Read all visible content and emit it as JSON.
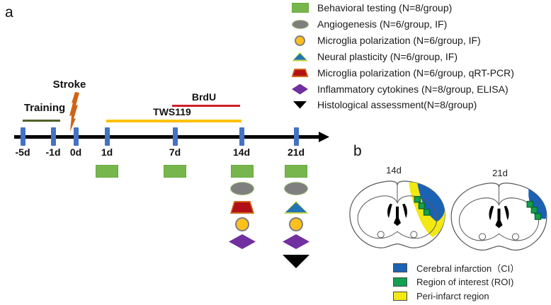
{
  "figure": {
    "panel_a_label": "a",
    "panel_b_label": "b"
  },
  "timeline": {
    "ticks": [
      {
        "label": "-5d"
      },
      {
        "label": "-1d"
      },
      {
        "label": "0d"
      },
      {
        "label": "1d"
      },
      {
        "label": "7d"
      },
      {
        "label": "14d"
      },
      {
        "label": "21d"
      }
    ],
    "training_label": "Training",
    "stroke_label": "Stroke",
    "tws119_label": "TWS119",
    "brdu_label": "BrdU",
    "intervals": {
      "training": {
        "from": "-5d",
        "to": "-1d"
      },
      "tws119": {
        "from": "1d",
        "to": "14d"
      },
      "brdu": {
        "from": "7d",
        "to": "14d"
      },
      "stroke_event_at": "0d"
    }
  },
  "legend": {
    "items": [
      {
        "icon": "green-rect-icon",
        "label": "Behavioral testing (N=8/group)"
      },
      {
        "icon": "gray-ellipse-icon",
        "label": "Angiogenesis (N=6/group, IF)"
      },
      {
        "icon": "yellow-circle-icon",
        "label": "Microglia polarization (N=6/group, IF)"
      },
      {
        "icon": "blue-triangle-icon",
        "label": "Neural plasticity (N=6/group, IF)"
      },
      {
        "icon": "red-trapezoid-icon",
        "label": "Microglia polarization (N=6/group, qRT-PCR)"
      },
      {
        "icon": "purple-diamond-icon",
        "label": "Inflammatory cytokines (N=8/group, ELISA)"
      },
      {
        "icon": "black-triangle-down-icon",
        "label": "Histological assessment(N=8/group)"
      }
    ]
  },
  "markers_schedule": {
    "behavioral_testing": [
      "1d",
      "7d",
      "14d",
      "21d"
    ],
    "angiogenesis": [
      "14d",
      "21d"
    ],
    "microglia_polarization_qrtpcr": [
      "14d"
    ],
    "neural_plasticity": [
      "21d"
    ],
    "microglia_polarization_if": [
      "14d",
      "21d"
    ],
    "inflammatory_cytokines": [
      "14d",
      "21d"
    ],
    "histological_assessment": [
      "21d"
    ]
  },
  "panel_b": {
    "sections": [
      {
        "label": "14d"
      },
      {
        "label": "21d"
      }
    ],
    "legend": [
      {
        "icon": "blue-square-icon",
        "label": "Cerebral infarction（CI）"
      },
      {
        "icon": "green-square-icon",
        "label": "Region of interest (ROI)"
      },
      {
        "icon": "yellow-square-icon",
        "label": "Peri-infarct region"
      }
    ]
  },
  "colors": {
    "tick_blue": "#4472C4",
    "behavioral_green": "#77B64C",
    "angiogenesis_gray": "#7F7F7F",
    "microglia_if_yellow": "#FFC01E",
    "neural_plasticity_blue": "#2374B5",
    "qrtpcr_red": "#B11116",
    "cytokines_purple": "#7030A0",
    "histology_black": "#000000",
    "training_line": "#4F6228",
    "tws119_line": "#FFC000",
    "brdu_line": "#CF2026",
    "stroke_bolt": "#CE6316",
    "cerebral_infarction_blue": "#1B62B5",
    "roi_green": "#12A14F",
    "peri_infarct_yellow": "#F2E813"
  }
}
